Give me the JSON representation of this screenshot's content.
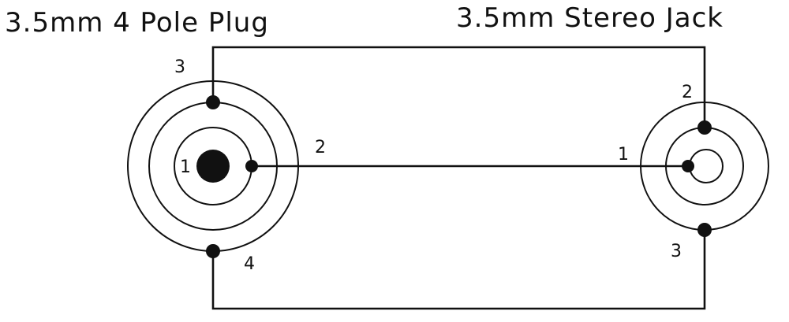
{
  "diagram": {
    "plug": {
      "title": "3.5mm 4 Pole Plug",
      "pins": {
        "p1": "1",
        "p2": "2",
        "p3": "3",
        "p4": "4"
      }
    },
    "jack": {
      "title": "3.5mm Stereo Jack",
      "pins": {
        "p1": "1",
        "p2": "2",
        "p3": "3"
      }
    },
    "connections": [
      {
        "from": "plug.2",
        "to": "jack.1"
      },
      {
        "from": "plug.3",
        "to": "jack.2"
      },
      {
        "from": "plug.4",
        "to": "jack.3"
      }
    ],
    "colors": {
      "line": "#111111",
      "background": "#ffffff"
    }
  }
}
